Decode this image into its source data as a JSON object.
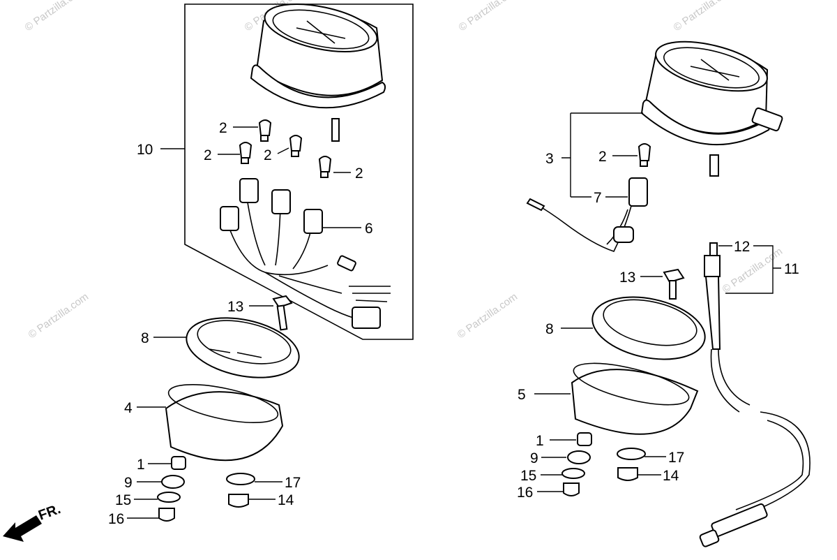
{
  "watermark": "© Partzilla.com",
  "front_label": "FR.",
  "callouts": {
    "left": {
      "c10": "10",
      "c2a": "2",
      "c2b": "2",
      "c2c": "2",
      "c2d": "2",
      "c6": "6",
      "c13": "13",
      "c8": "8",
      "c4": "4",
      "c1": "1",
      "c9": "9",
      "c15": "15",
      "c16": "16",
      "c17": "17",
      "c14": "14"
    },
    "right": {
      "c3": "3",
      "c2": "2",
      "c7": "7",
      "c12": "12",
      "c11": "11",
      "c13": "13",
      "c8": "8",
      "c5": "5",
      "c1": "1",
      "c9": "9",
      "c15": "15",
      "c16": "16",
      "c17": "17",
      "c14": "14"
    }
  }
}
